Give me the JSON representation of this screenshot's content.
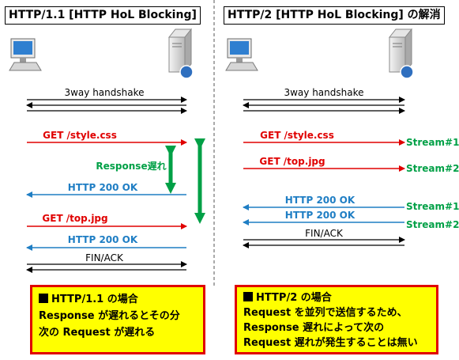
{
  "left": {
    "title": "HTTP/1.1 [HTTP HoL Blocking]",
    "handshake": "3way handshake",
    "req1": "GET /style.css",
    "delay": "Response遅れ",
    "resp1": "HTTP 200 OK",
    "req2": "GET /top.jpg",
    "resp2": "HTTP 200 OK",
    "fin": "FIN/ACK",
    "note": {
      "heading": "HTTP/1.1 の場合",
      "line1": "Response が遅れるとその分",
      "line2": "次の Request が遅れる"
    }
  },
  "right": {
    "title": "HTTP/2 [HTTP HoL Blocking] の解消",
    "handshake": "3way handshake",
    "req1": "GET /style.css",
    "req1_stream": "Stream#1",
    "req2": "GET /top.jpg",
    "req2_stream": "Stream#2",
    "resp1": "HTTP 200 OK",
    "resp1_stream": "Stream#1",
    "resp2": "HTTP 200 OK",
    "resp2_stream": "Stream#2",
    "fin": "FIN/ACK",
    "note": {
      "heading": "HTTP/2 の場合",
      "line1": "Request を並列で送信するため、",
      "line2": "Response 遅れによって次の",
      "line3": "Request 遅れが発生することは無い"
    }
  },
  "colors": {
    "request": "#e00000",
    "response": "#1f7ec4",
    "stream_label": "#00a046",
    "delay_arrow": "#00a046",
    "note_border": "#e00000",
    "note_fill": "#ffff00"
  },
  "icons": [
    "client-pc-icon",
    "server-icon"
  ]
}
